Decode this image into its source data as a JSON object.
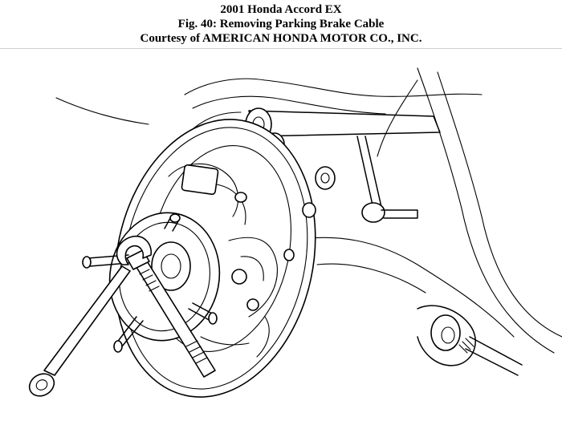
{
  "header": {
    "line1": "2001 Honda Accord EX",
    "line2": "Fig. 40: Removing Parking Brake Cable",
    "line3": "Courtesy of AMERICAN HONDA MOTOR CO., INC."
  }
}
